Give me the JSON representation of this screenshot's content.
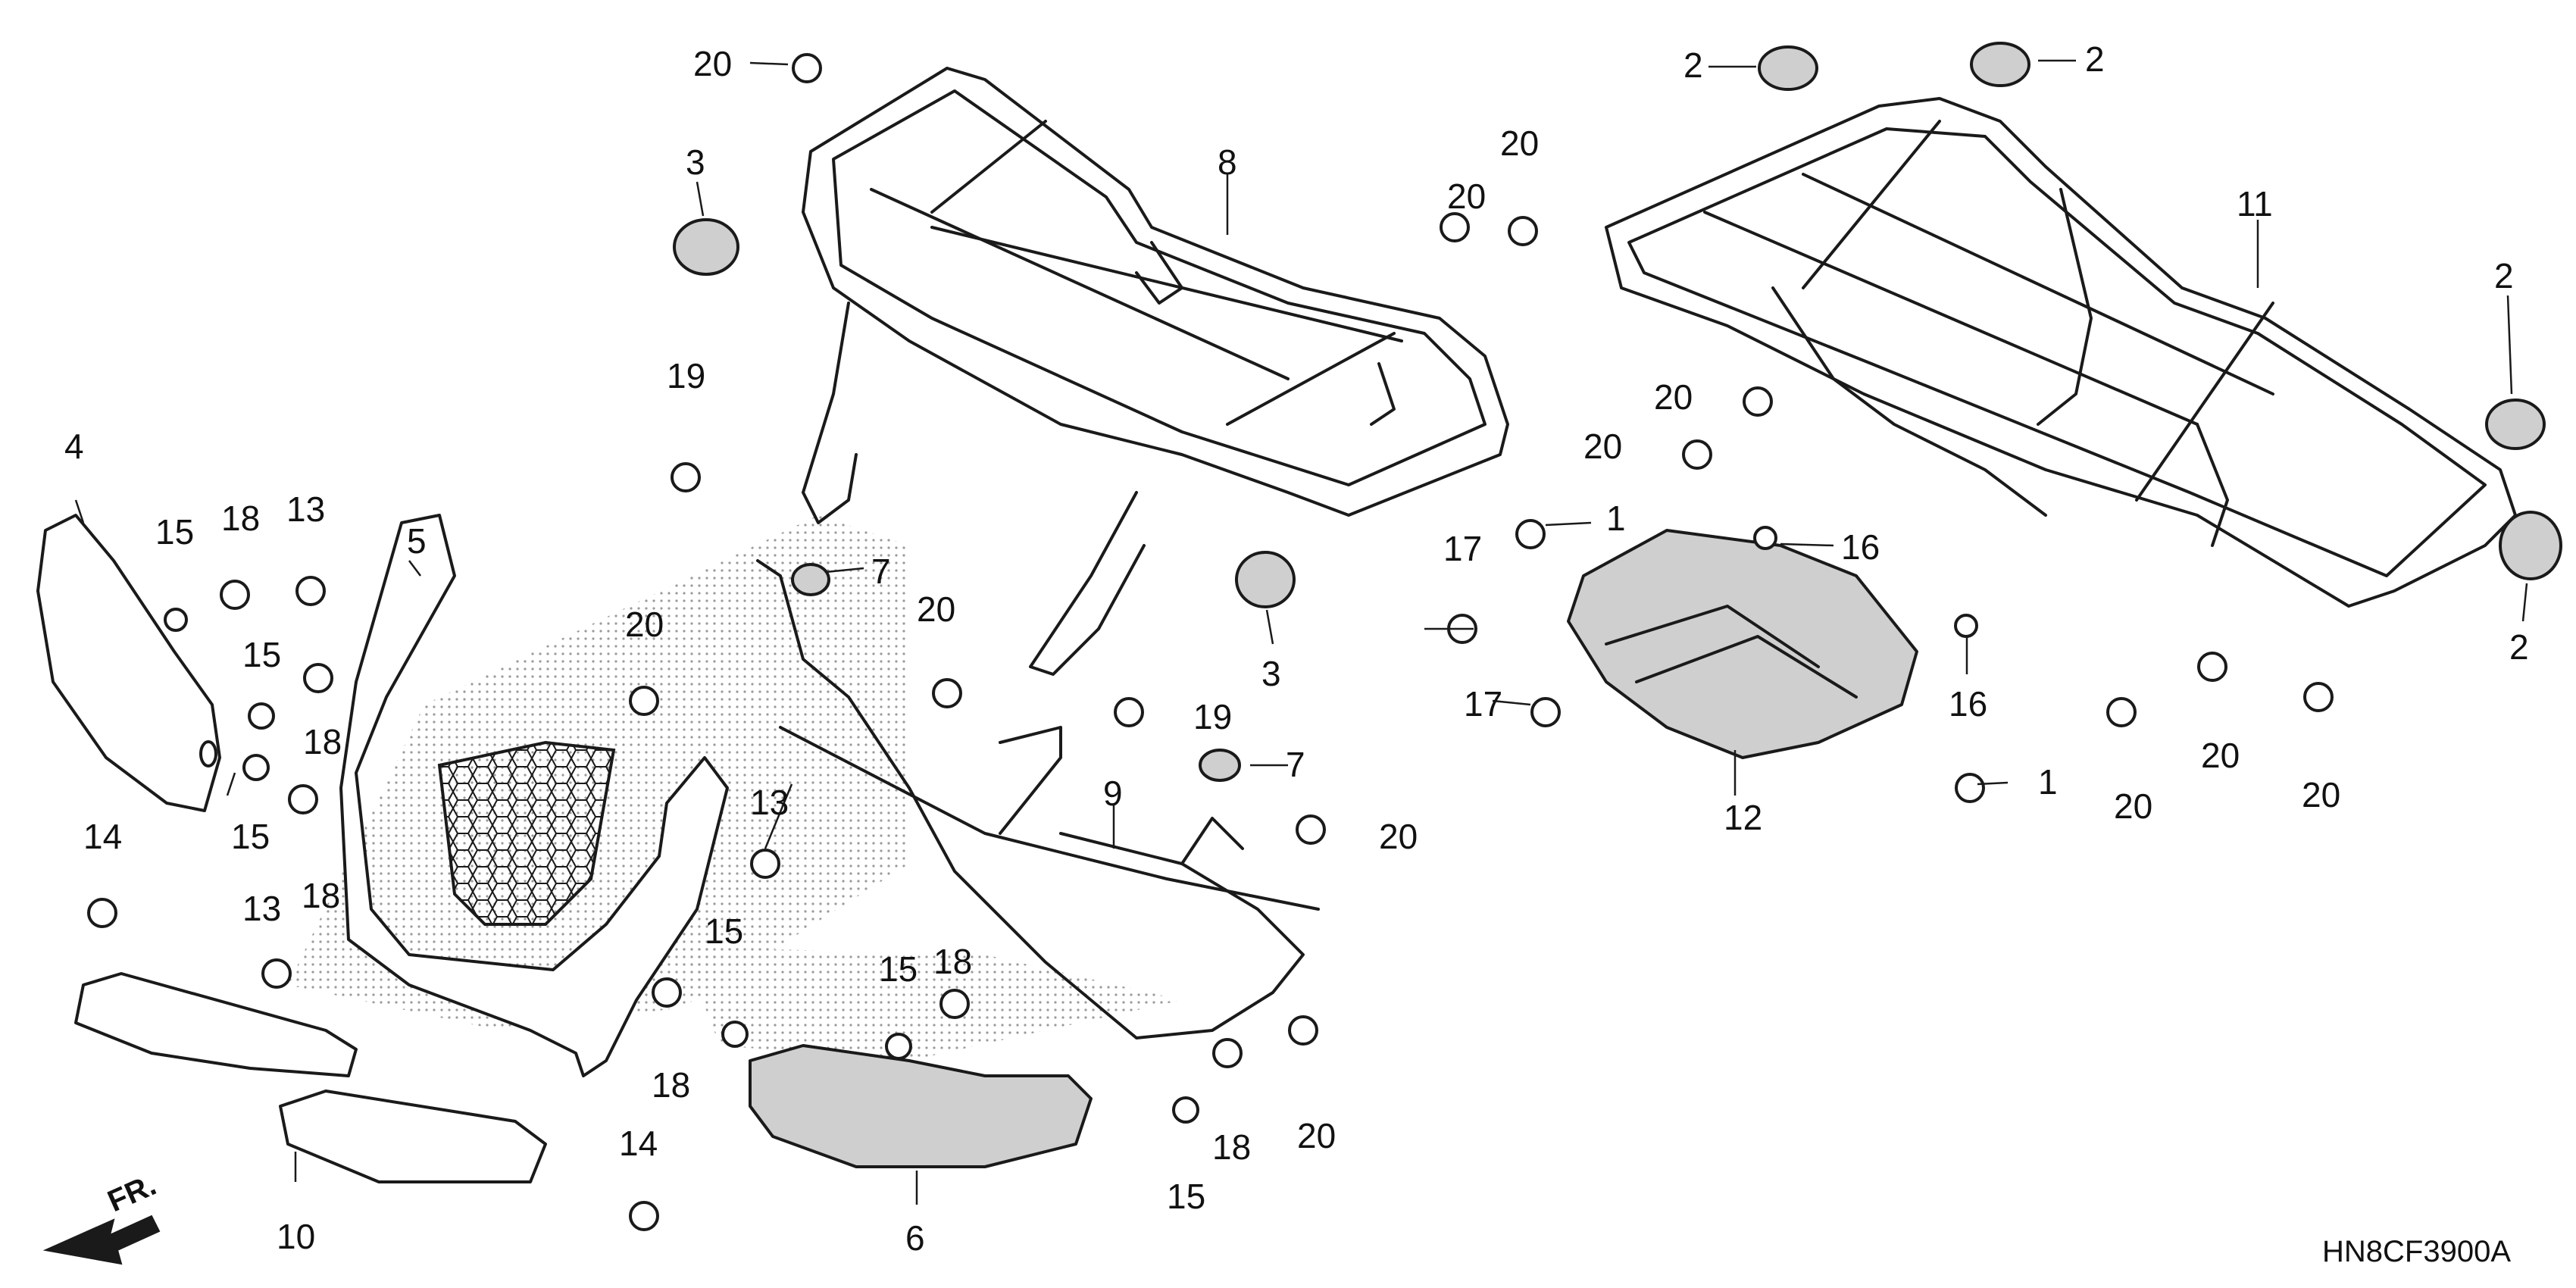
{
  "diagram": {
    "callouts": [
      "1",
      "2",
      "3",
      "4",
      "5",
      "6",
      "7",
      "8",
      "9",
      "10",
      "11",
      "12",
      "13",
      "14",
      "15",
      "16",
      "17",
      "18",
      "19",
      "20"
    ],
    "front_indicator": "FR.",
    "code": "HN8CF3900A"
  },
  "colors": {
    "line": "#1a1a1a",
    "screen": "#bdbdbd",
    "background": "#ffffff"
  }
}
